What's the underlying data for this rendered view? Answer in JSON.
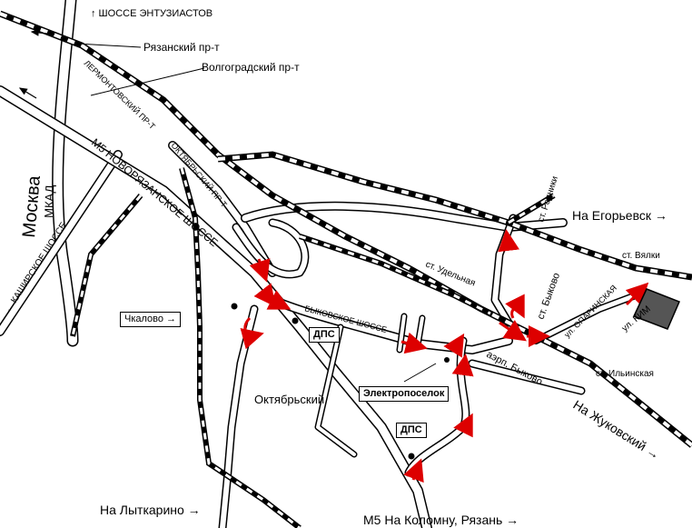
{
  "map": {
    "labels": {
      "shosse_entuziastov": "↑ ШОССЕ ЭНТУЗИАСТОВ",
      "ryazansky": "Рязанский пр-т",
      "volgogradsky": "Волгоградский пр-т",
      "moskva": "Москва",
      "mkad": "МКАД",
      "kashirskoe": "← КАШИРСКОЕ ШОССЕ",
      "m5_novoryazanskoe": "M5  НОВОРЯЗАНСКОЕ ШОССЕ",
      "lermontovsky": "ЛЕРМОНТОВСКИЙ ПР-Т",
      "oktyabrsky_pr": "ОКТЯБРЬСКИЙ ПР-Т",
      "bykovskoe": "БЫКОВСКОЕ ШОССЕ",
      "na_egoryevsk": "На Егорьевск →",
      "st_rodniki": "ст. Родники",
      "st_vyalki": "ст. Вялки",
      "st_udelnaya": "ст. Удельная",
      "st_bykovo": "ст. Быково",
      "ul_oparinskaya": "ул. ОПАРИНСКАЯ",
      "ul_kim": "ул. КИМ",
      "st_ilyinskaya": "ст. Ильинская",
      "aerp_bykovo": "аэрп. Быково",
      "na_zhukovsky": "На Жуковский →",
      "chkalovo": "Чкалово →",
      "dps1": "ДПС",
      "dps2": "ДПС",
      "elektroposelok": "Электропоселок",
      "oktyabrsky": "Октябрьский",
      "na_lytkarino": "На Лыткарино →",
      "m5_kolomna": "M5  На Коломну, Рязань →"
    },
    "colors": {
      "route": "#dd0000",
      "rail": "#000000",
      "road": "#000000",
      "destination": "#555555"
    }
  }
}
